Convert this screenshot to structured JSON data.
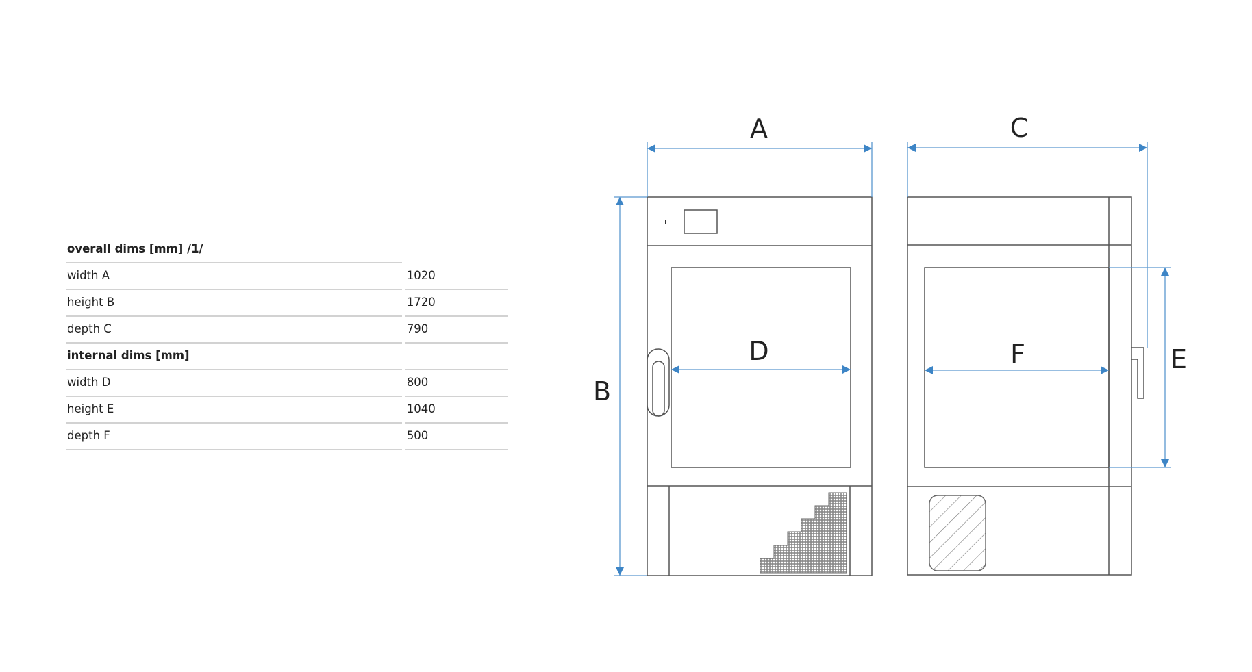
{
  "spec_table": {
    "sections": [
      {
        "title": "overall dims [mm] /1/",
        "rows": [
          {
            "label": "width A",
            "value": "1020"
          },
          {
            "label": "height B",
            "value": "1720"
          },
          {
            "label": "depth C",
            "value": "790"
          }
        ]
      },
      {
        "title": "internal dims [mm]",
        "rows": [
          {
            "label": "width D",
            "value": "800"
          },
          {
            "label": "height E",
            "value": "1040"
          },
          {
            "label": "depth F",
            "value": "500"
          }
        ]
      }
    ]
  },
  "diagram": {
    "dimension_labels": {
      "A": "A",
      "B": "B",
      "C": "C",
      "D": "D",
      "E": "E",
      "F": "F"
    },
    "colors": {
      "dimension_line": "#5b98cf",
      "arrow": "#3d85c6",
      "outline": "#555555"
    }
  }
}
